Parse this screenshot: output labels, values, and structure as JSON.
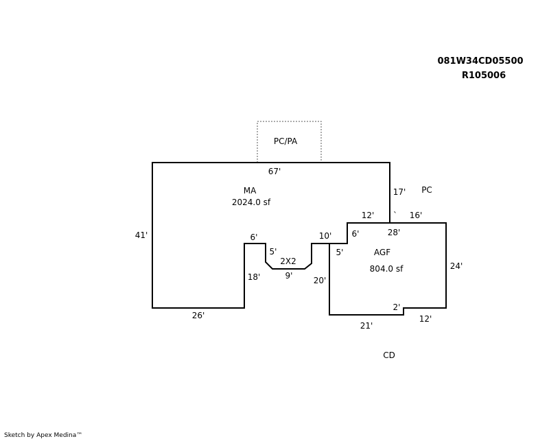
{
  "header": {
    "parcel_id": "081W34CD05500",
    "account_id": "R105006"
  },
  "areas": {
    "ma": {
      "label": "MA",
      "area": "2024.0 sf"
    },
    "agf": {
      "label": "AGF",
      "area": "804.0 sf"
    },
    "pcpa": {
      "label": "PC/PA"
    },
    "bay": {
      "label": "2X2"
    },
    "pc": {
      "label": "PC"
    },
    "cd": {
      "label": "CD"
    }
  },
  "dimensions": {
    "ma_top": "67'",
    "ma_left": "41'",
    "ma_bottom": "26'",
    "ma_right_upper": "17'",
    "ma_notch_inner": "18'",
    "ma_notch_top": "6'",
    "bay_left": "5'",
    "bay_bottom": "9'",
    "bay_top_right": "10'",
    "garage_step_top": "12'",
    "garage_step_side": "6'",
    "garage_tick": "`",
    "garage_top_left": "28'",
    "garage_top_right": "16'",
    "garage_left_upper": "5'",
    "garage_left": "20'",
    "garage_right": "24'",
    "garage_bottom_left": "21'",
    "garage_jog": "2'",
    "garage_bottom_right": "12'"
  },
  "footer": {
    "credit": "Sketch by Apex Medina™"
  }
}
